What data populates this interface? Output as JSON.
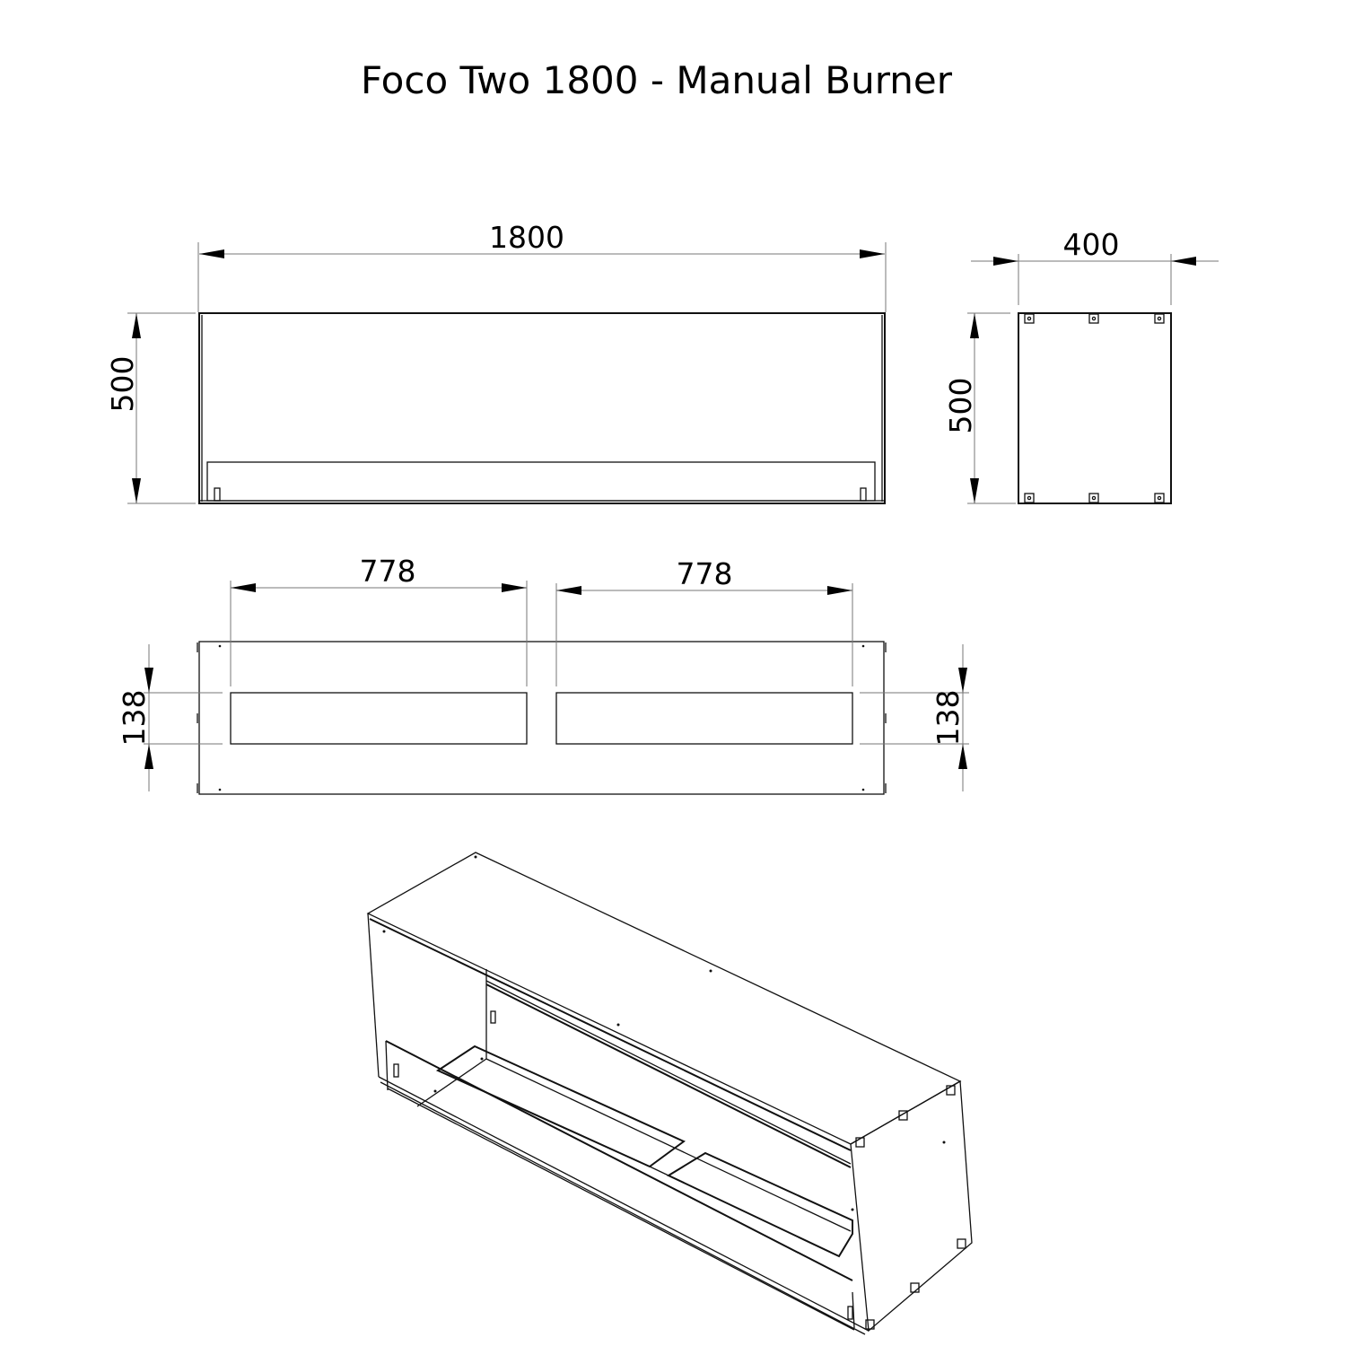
{
  "title": "Foco Two 1800 - Manual Burner",
  "front_view": {
    "width_label": "1800",
    "height_label": "500"
  },
  "side_view": {
    "width_label": "400",
    "height_label": "500"
  },
  "top_view": {
    "opening_left_label": "778",
    "opening_right_label": "778",
    "offset_left_label": "138",
    "offset_right_label": "138"
  },
  "colors": {
    "line": "#111111",
    "background": "#ffffff"
  }
}
